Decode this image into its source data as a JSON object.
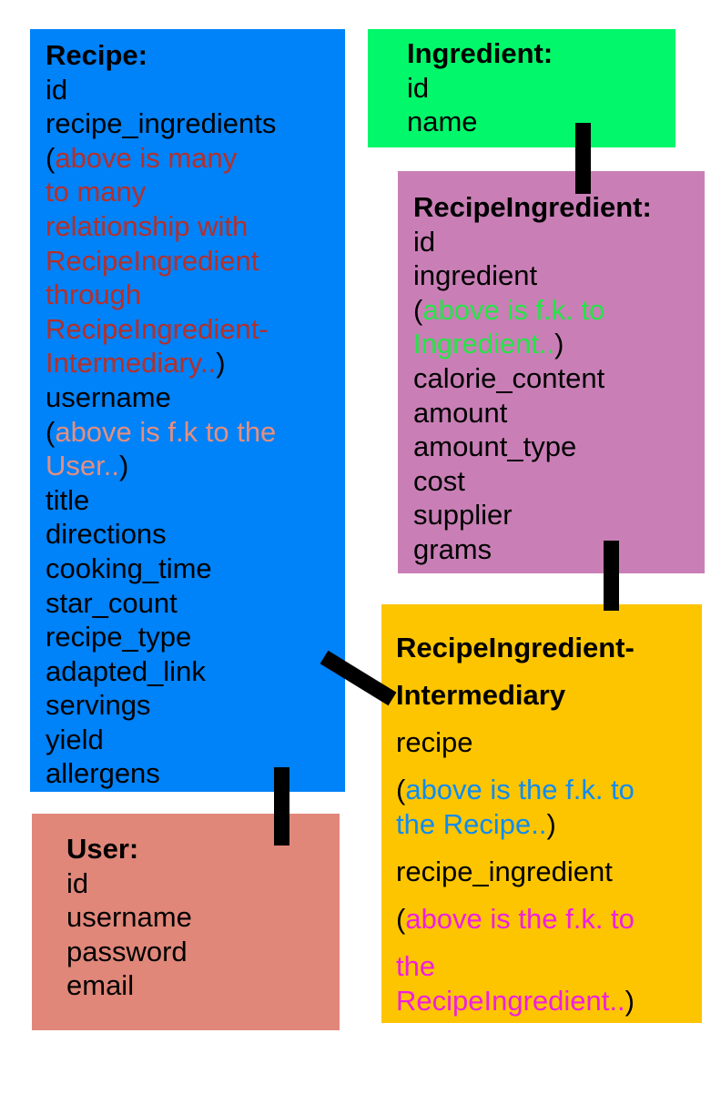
{
  "recipe": {
    "title": "Recipe:",
    "field_id": "id",
    "field_recipe_ingredients": "recipe_ingredients",
    "note_open": "(",
    "note_line1": "above is many",
    "note_line2": "to many",
    "note_line3": "relationship with",
    "note_line4": "RecipeIngredient",
    "note_line5": "through",
    "note_line6": "RecipeIngredient-",
    "note_line7": "Intermediary..",
    "note_close": ")",
    "field_username": "username",
    "username_note_open": "(",
    "username_note_line1": "above is f.k to the",
    "username_note_line2": "User..",
    "username_note_close": ")",
    "fields_rest": [
      "title",
      "directions",
      "cooking_time",
      "star_count",
      "recipe_type",
      "adapted_link",
      "servings",
      "yield",
      "allergens"
    ]
  },
  "ingredient": {
    "title": "Ingredient:",
    "fields": [
      "id",
      "name"
    ]
  },
  "recipe_ingredient": {
    "title": "RecipeIngredient:",
    "field_id": "id",
    "field_ingredient": "ingredient",
    "note_open": "(",
    "note_line1": "above is f.k. to",
    "note_line2": "Ingredient..",
    "note_close": ")",
    "fields_rest": [
      "calorie_content",
      "amount",
      "amount_type",
      "cost",
      "supplier",
      "grams"
    ]
  },
  "user": {
    "title": "User:",
    "fields": [
      "id",
      "username",
      "password",
      "email"
    ]
  },
  "intermediary": {
    "title_line1": "RecipeIngredient-",
    "title_line2": "Intermediary",
    "field_recipe": "recipe",
    "recipe_note_open": "(",
    "recipe_note_line1": "above is the f.k. to",
    "recipe_note_line2": "the Recipe..",
    "recipe_note_close": ")",
    "field_recipe_ingredient": "recipe_ingredient",
    "ri_note_open": "(",
    "ri_note_line1": "above is the f.k. to",
    "ri_note_line2": "the",
    "ri_note_line3": "RecipeIngredient..",
    "ri_note_close": ")"
  },
  "colors": {
    "recipe_box": "#0082f8",
    "ingredient_box": "#02f76b",
    "recipe_ingredient_box": "#c97fb6",
    "user_box": "#e0877a",
    "intermediary_box": "#fdc500",
    "note_red": "#b3302b",
    "note_green": "#25e447",
    "note_salmon": "#e48f7f",
    "note_blue": "#0f8cf2",
    "note_magenta": "#f01fe0",
    "connector": "#000000"
  }
}
